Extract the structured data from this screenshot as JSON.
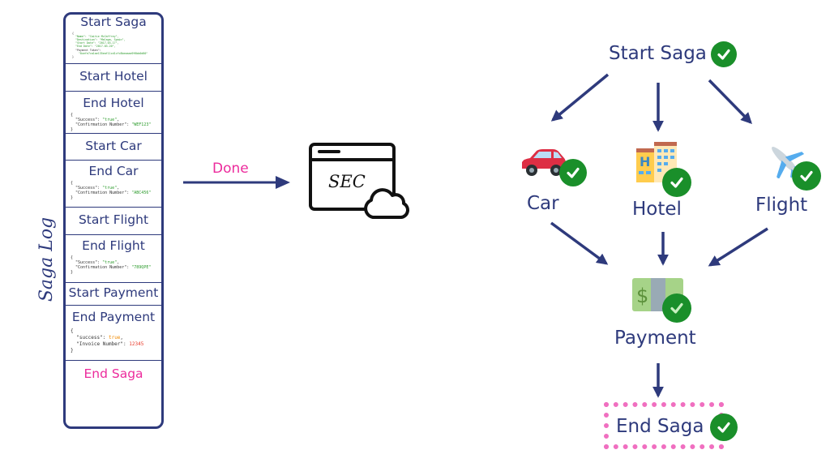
{
  "saga_log": {
    "label": "Saga Log",
    "rows": [
      {
        "title": "Start Saga",
        "json_lines": [
          "{",
          "  \"Name\": \"Caitie McCaffrey\",",
          "  \"Destination\": \"Malaga, Spain\",",
          "  \"Start Date\": \"2017-03-17\",",
          "  \"End Date\": \"2017-03-20\",",
          "  \"Payment Token\":",
          "    \"0xefe7ca1ae135eaf11cd1cfc8beaaaa9f6bb0d80\"",
          "}"
        ]
      },
      {
        "title": "Start Hotel"
      },
      {
        "title": "End Hotel",
        "json": {
          "open": "{",
          "k1": "  \"Success\": ",
          "v1": "\"true\"",
          "c1": ",",
          "k2": "  \"Confirmation Number\": ",
          "v2": "\"WEF123\"",
          "close": "}"
        }
      },
      {
        "title": "Start Car"
      },
      {
        "title": "End Car",
        "json": {
          "open": "{",
          "k1": "  \"Success\": ",
          "v1": "\"true\"",
          "c1": ",",
          "k2": "  \"Confirmation Number\": ",
          "v2": "\"ABC456\"",
          "close": "}"
        }
      },
      {
        "title": "Start Flight"
      },
      {
        "title": "End Flight",
        "json": {
          "open": "{",
          "k1": "  \"Success\": ",
          "v1": "\"true\"",
          "c1": ",",
          "k2": "  \"Confirmation Number\": ",
          "v2": "\"789QPE\"",
          "close": "}"
        }
      },
      {
        "title": "Start Payment"
      },
      {
        "title": "End Payment",
        "json": {
          "open": "{",
          "k1": "  \"success\": ",
          "v1": "true",
          "c1": ",",
          "k2": "  \"Invoice Number\": ",
          "v2": "12345",
          "close": "}"
        }
      },
      {
        "title": "End Saga"
      }
    ]
  },
  "transition": {
    "label": "Done"
  },
  "coordinator": {
    "label": "SEC",
    "icon": "browser-cloud-icon"
  },
  "flow": {
    "start": {
      "label": "Start Saga",
      "status": "complete"
    },
    "car": {
      "label": "Car",
      "icon": "car-icon",
      "status": "complete"
    },
    "hotel": {
      "label": "Hotel",
      "icon": "hotel-icon",
      "status": "complete"
    },
    "flight": {
      "label": "Flight",
      "icon": "airplane-icon",
      "status": "complete"
    },
    "payment": {
      "label": "Payment",
      "icon": "money-icon",
      "status": "complete"
    },
    "end": {
      "label": "End Saga",
      "status": "complete",
      "highlighted": true
    }
  },
  "colors": {
    "navy": "#2e3a7c",
    "pink": "#ec2b9c",
    "check_green": "#1a8f2a",
    "highlight_border": "#f06fc0"
  }
}
